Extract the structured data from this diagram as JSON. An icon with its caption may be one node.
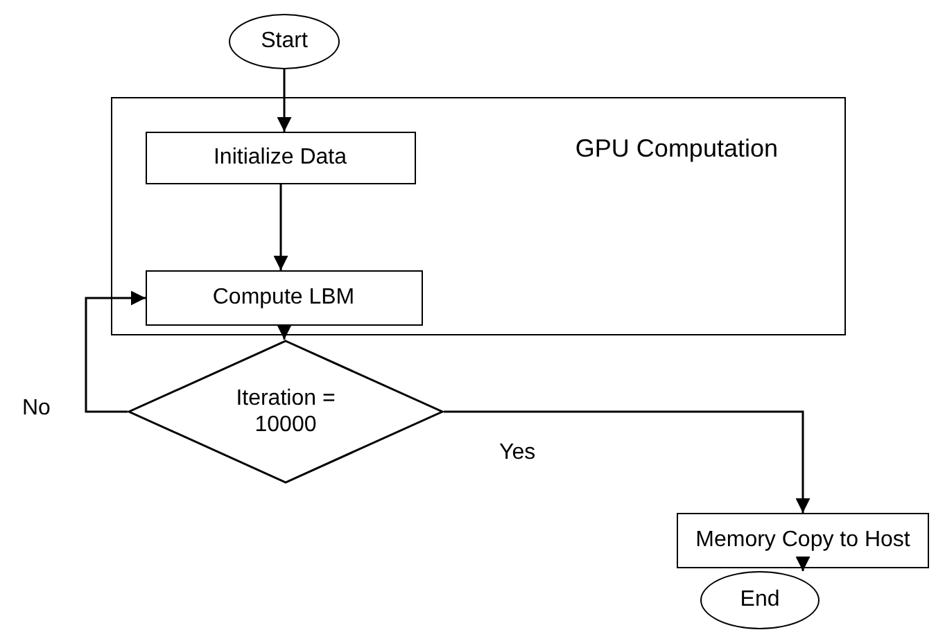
{
  "diagram": {
    "nodes": [
      {
        "text": [
          "Start"
        ]
      },
      {
        "text": [
          "GPU Computation"
        ]
      },
      {
        "text": [
          "Initialize Data"
        ],
        "in": 1
      },
      {
        "text": [
          "Compute LBM"
        ],
        "in": 1
      },
      {
        "text": [
          "Iteration = 10000"
        ]
      },
      {
        "text": [
          "Memory Copy to Host"
        ]
      },
      {
        "text": [
          "End"
        ]
      }
    ],
    "edges": [
      {
        "from": 0,
        "to": 2,
        "arrow": "to"
      },
      {
        "from": 2,
        "to": 3,
        "arrow": "to"
      },
      {
        "from": 3,
        "to": 4,
        "arrow": "to"
      },
      {
        "from": 4,
        "to": 3,
        "arrow": "to",
        "label": "No"
      },
      {
        "from": 4,
        "to": 5,
        "arrow": "to",
        "label": "Yes"
      },
      {
        "from": 5,
        "to": 6,
        "arrow": "to"
      }
    ]
  }
}
